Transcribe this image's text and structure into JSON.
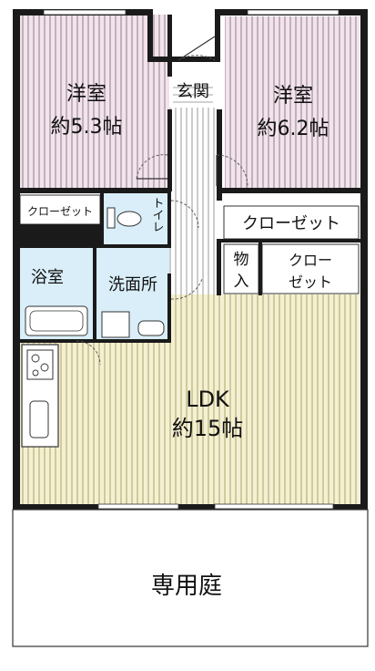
{
  "rooms": {
    "west_bedroom": {
      "name": "洋室",
      "size": "約5.3帖"
    },
    "east_bedroom": {
      "name": "洋室",
      "size": "約6.2帖"
    },
    "entrance": "玄関",
    "closet_west": "クローゼット",
    "toilet": "トイレ",
    "closet_east_top": "クローゼット",
    "storage": [
      "物",
      "入"
    ],
    "closet_east_bottom": [
      "クロー",
      "ゼット"
    ],
    "bath": "浴室",
    "washroom": "洗面所",
    "ldk": {
      "name": "LDK",
      "size": "約15帖"
    },
    "garden": "専用庭"
  },
  "colors": {
    "bedroom_fill": "#f3e3ec",
    "ldk_fill": "#f4f0d2",
    "wet_fill": "#d9eef8",
    "wall": "#1a1a1a",
    "stripe": "#9a9a9a"
  }
}
